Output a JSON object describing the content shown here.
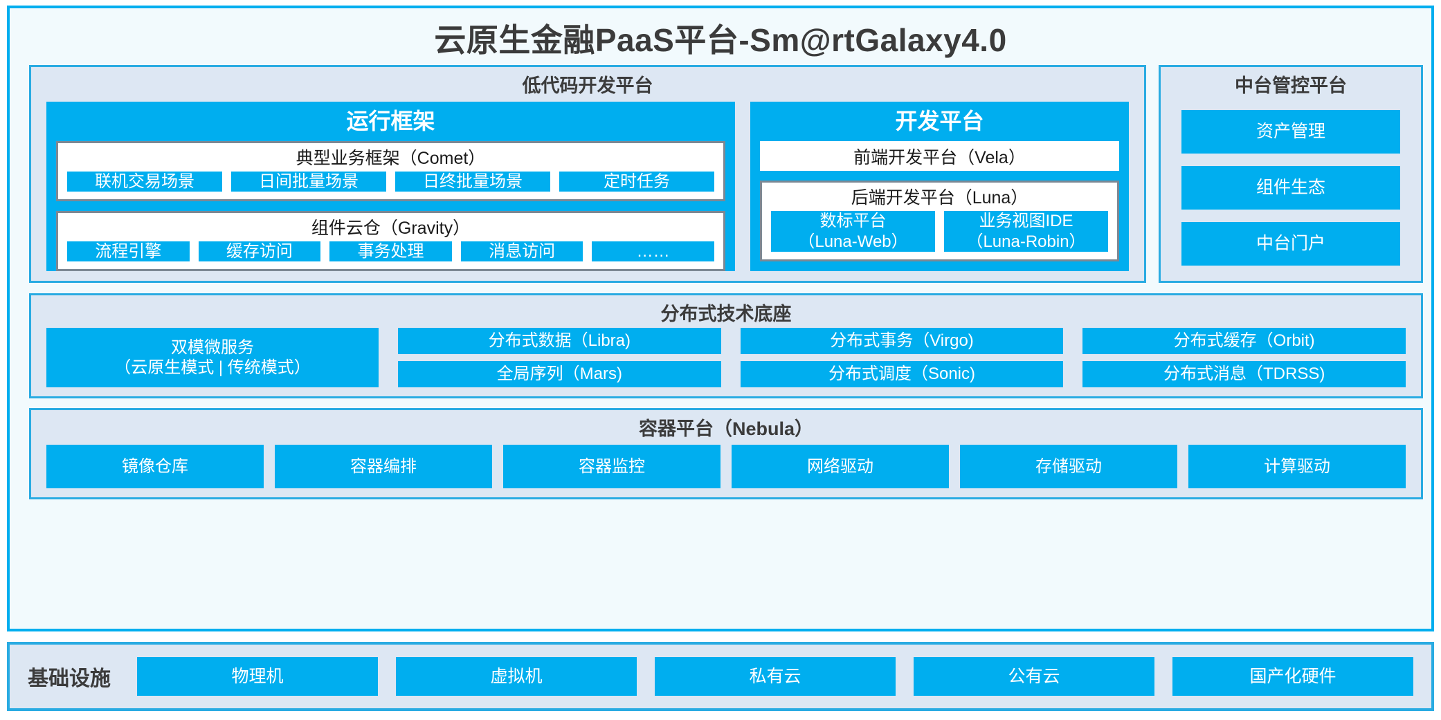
{
  "app": {
    "title": "云原生金融PaaS平台-Sm@rtGalaxy4.0",
    "accent_blue": "#00aeef",
    "panel_bg": "#dde7f3",
    "panel_border": "#29abe2",
    "frame_bg": "#f2fafd",
    "card_border": "#7c8894"
  },
  "lowcode": {
    "title": "低代码开发平台",
    "runtime": {
      "title": "运行框架",
      "comet": {
        "title": "典型业务框架（Comet）",
        "items": [
          "联机交易场景",
          "日间批量场景",
          "日终批量场景",
          "定时任务"
        ]
      },
      "gravity": {
        "title": "组件云仓（Gravity）",
        "items": [
          "流程引擎",
          "缓存访问",
          "事务处理",
          "消息访问",
          "……"
        ]
      }
    },
    "devplatform": {
      "title": "开发平台",
      "vela": "前端开发平台（Vela）",
      "luna": {
        "title": "后端开发平台（Luna）",
        "items": [
          "数标平台\n（Luna-Web）",
          "业务视图IDE\n（Luna-Robin）"
        ]
      }
    }
  },
  "mgmt": {
    "title": "中台管控平台",
    "items": [
      "资产管理",
      "组件生态",
      "中台门户"
    ]
  },
  "distributed": {
    "title": "分布式技术底座",
    "wide": "双模微服务\n（云原生模式 | 传统模式）",
    "columns": [
      [
        "分布式数据（Libra)",
        "全局序列（Mars)"
      ],
      [
        "分布式事务（Virgo)",
        "分布式调度（Sonic)"
      ],
      [
        "分布式缓存（Orbit)",
        "分布式消息（TDRSS)"
      ]
    ]
  },
  "container": {
    "title": "容器平台（Nebula）",
    "items": [
      "镜像仓库",
      "容器编排",
      "容器监控",
      "网络驱动",
      "存储驱动",
      "计算驱动"
    ]
  },
  "infrastructure": {
    "label": "基础设施",
    "items": [
      "物理机",
      "虚拟机",
      "私有云",
      "公有云",
      "国产化硬件"
    ]
  }
}
